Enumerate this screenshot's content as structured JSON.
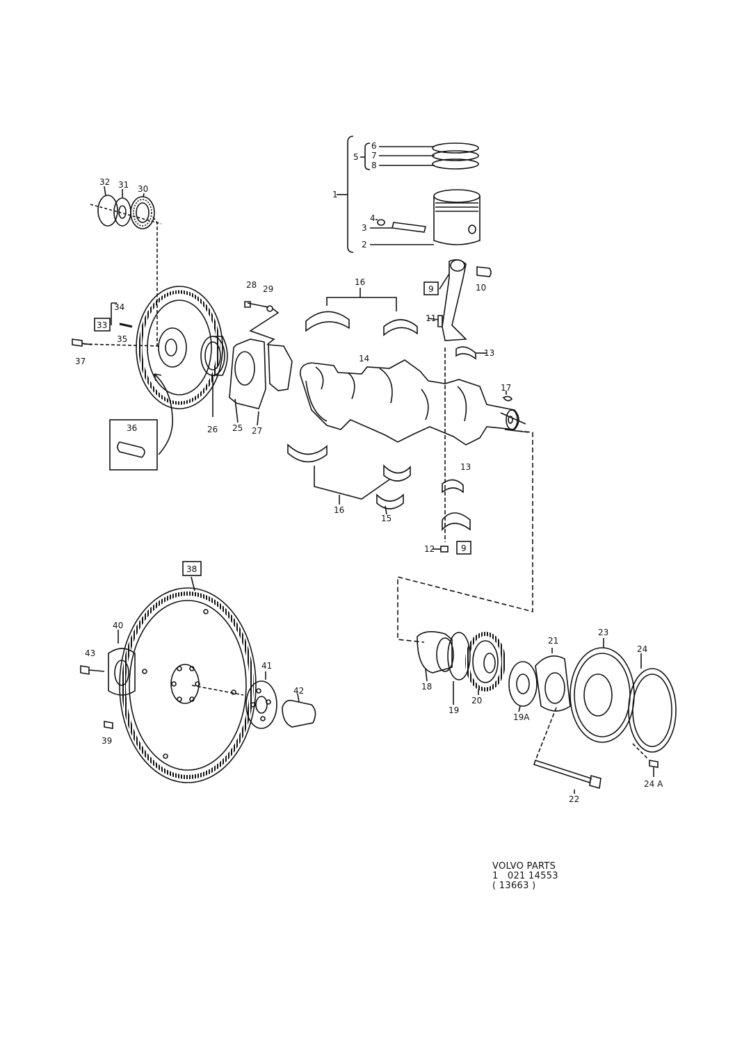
{
  "labels": {
    "l1": "1",
    "l2": "2",
    "l3": "3",
    "l4": "4",
    "l5": "5",
    "l6": "6",
    "l7": "7",
    "l8": "8",
    "l9a": "9",
    "l9b": "9",
    "l10": "10",
    "l11": "11",
    "l12": "12",
    "l13a": "13",
    "l13b": "13",
    "l14": "14",
    "l15": "15",
    "l16a": "16",
    "l16b": "16",
    "l17": "17",
    "l18": "18",
    "l19": "19",
    "l19A": "19A",
    "l20": "20",
    "l21": "21",
    "l22": "22",
    "l23": "23",
    "l24": "24",
    "l24A": "24 A",
    "l25": "25",
    "l26": "26",
    "l27": "27",
    "l28": "28",
    "l29": "29",
    "l30": "30",
    "l31": "31",
    "l32": "32",
    "l33": "33",
    "l34": "34",
    "l35": "35",
    "l36": "36",
    "l37": "37",
    "l38": "38",
    "l39": "39",
    "l40": "40",
    "l41": "41",
    "l42": "42",
    "l43": "43"
  },
  "footer": {
    "line1": "VOLVO PARTS",
    "line2": "1   021 14553",
    "line3": "( 13663 )"
  },
  "colors": {
    "ink": "#111111",
    "paper": "#ffffff"
  }
}
